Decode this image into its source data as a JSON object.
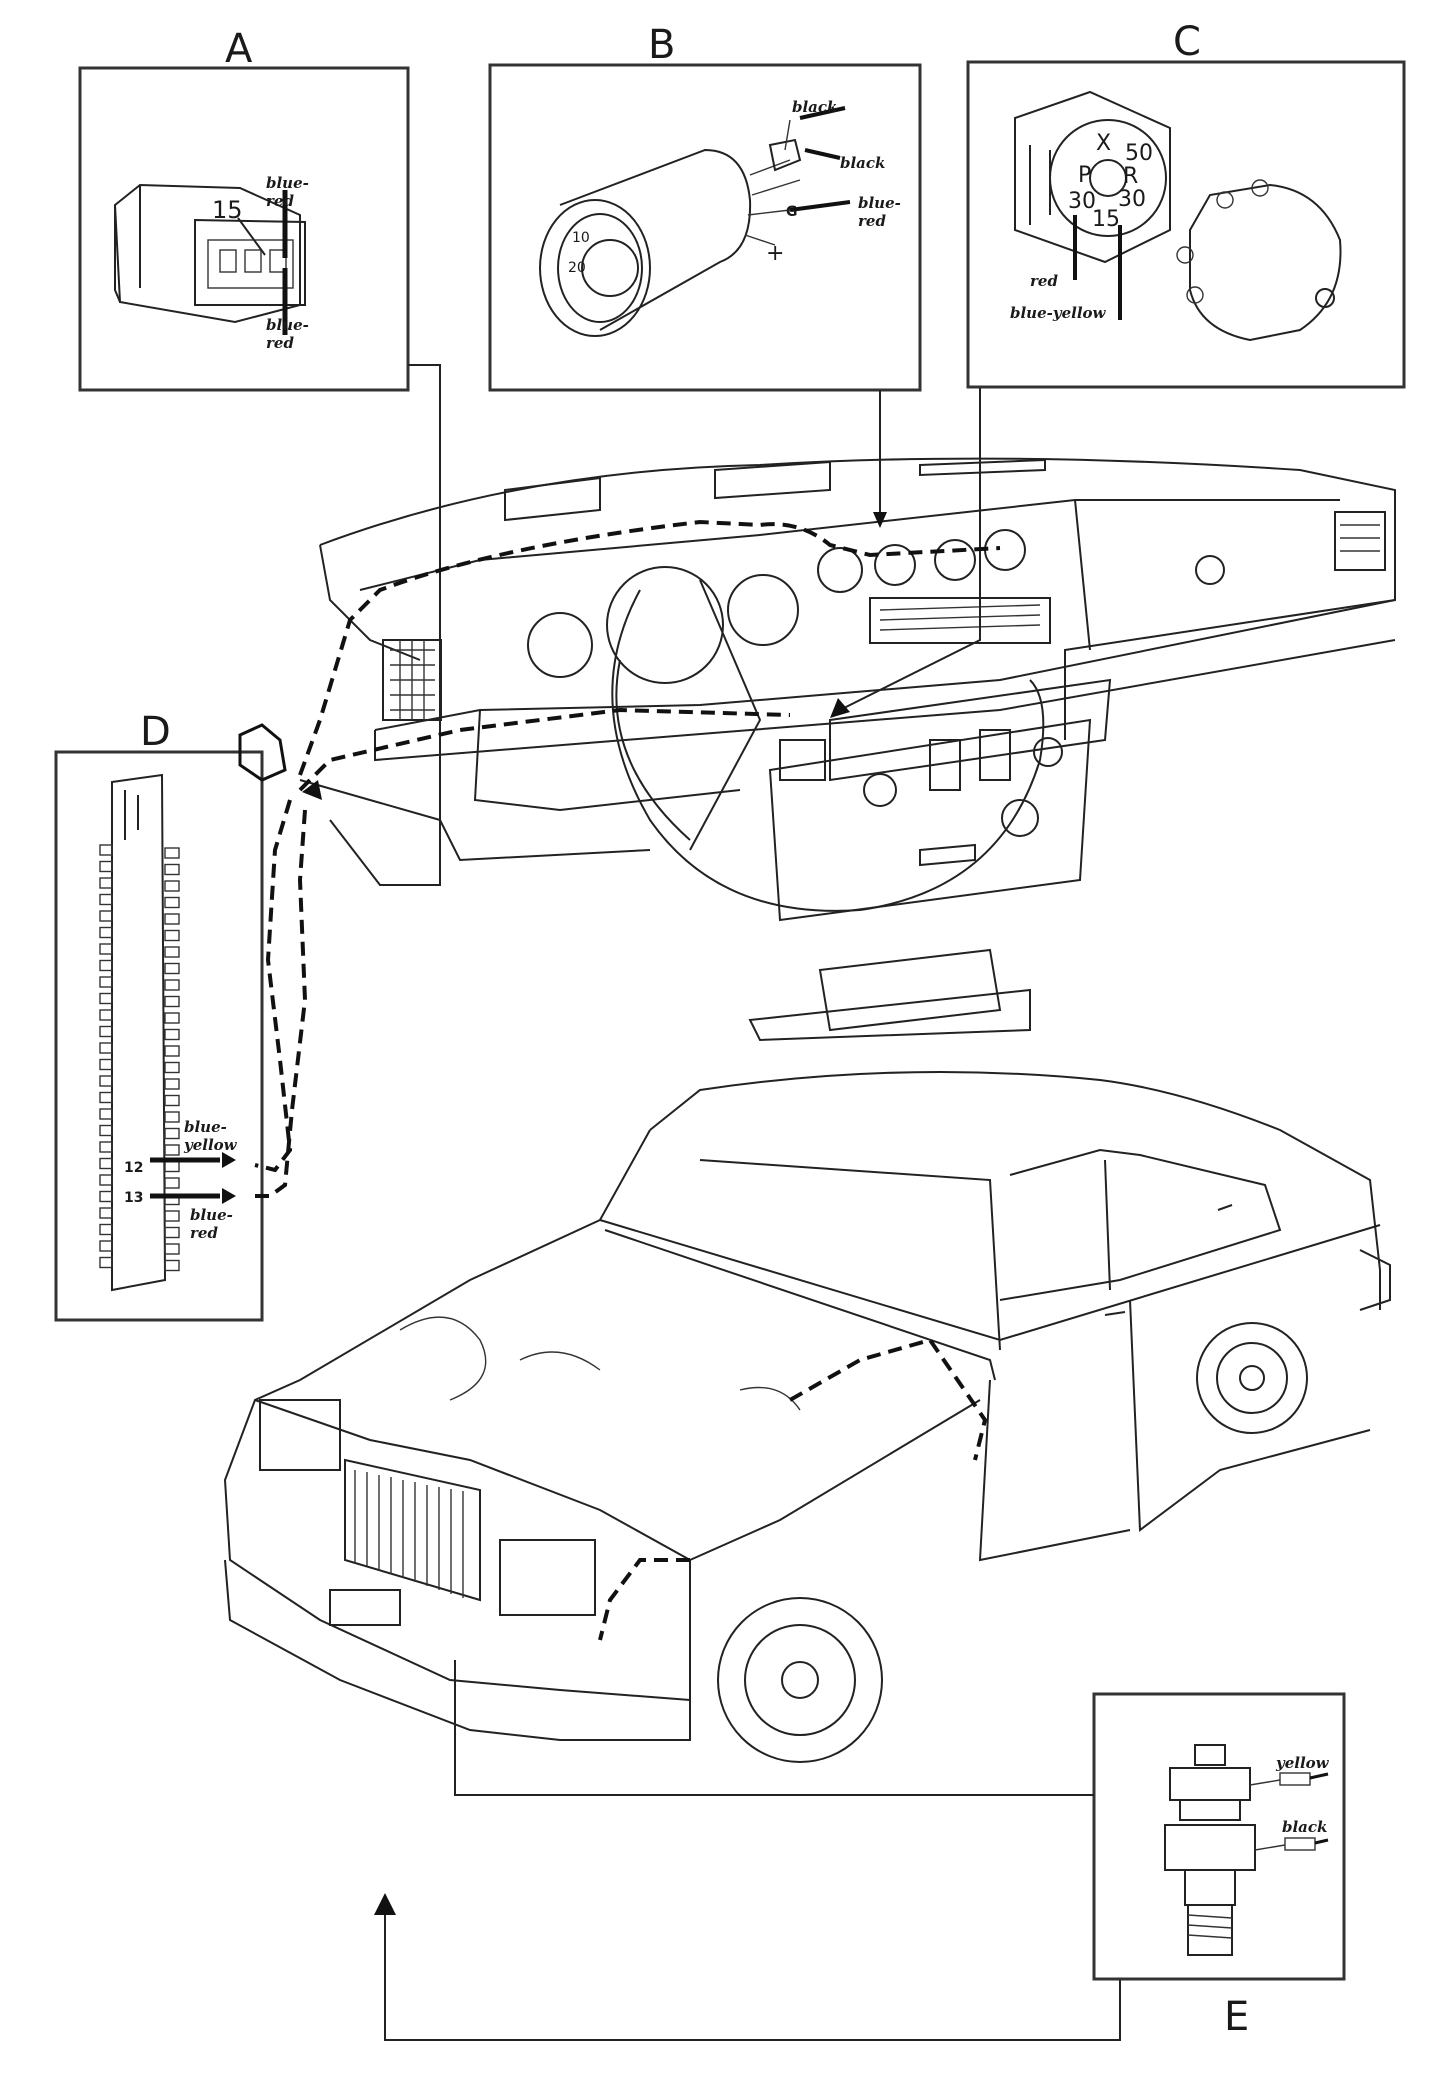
{
  "panels": {
    "A": {
      "letter": "A",
      "pin": "15",
      "wire_top_1": "blue-",
      "wire_top_2": "red",
      "wire_bottom_1": "blue-",
      "wire_bottom_2": "red"
    },
    "B": {
      "letter": "B",
      "wire_1": "black",
      "wire_2": "black",
      "wire_3_1": "blue-",
      "wire_3_2": "red",
      "terminal_g": "G",
      "terminal_plus": "+",
      "gauge_10": "10",
      "gauge_20": "20"
    },
    "C": {
      "letter": "C",
      "pin_x": "X",
      "pin_50": "50",
      "pin_p": "P",
      "pin_r": "R",
      "pin_30a": "30",
      "pin_30b": "30",
      "pin_15": "15",
      "wire_red": "red",
      "wire_blue_yellow": "blue-yellow"
    },
    "D": {
      "letter": "D",
      "wire_1_a": "blue-",
      "wire_1_b": "yellow",
      "wire_2_a": "blue-",
      "wire_2_b": "red",
      "pin_12": "12",
      "pin_13": "13"
    },
    "E": {
      "letter": "E",
      "wire_yellow": "yellow",
      "wire_black": "black"
    }
  }
}
